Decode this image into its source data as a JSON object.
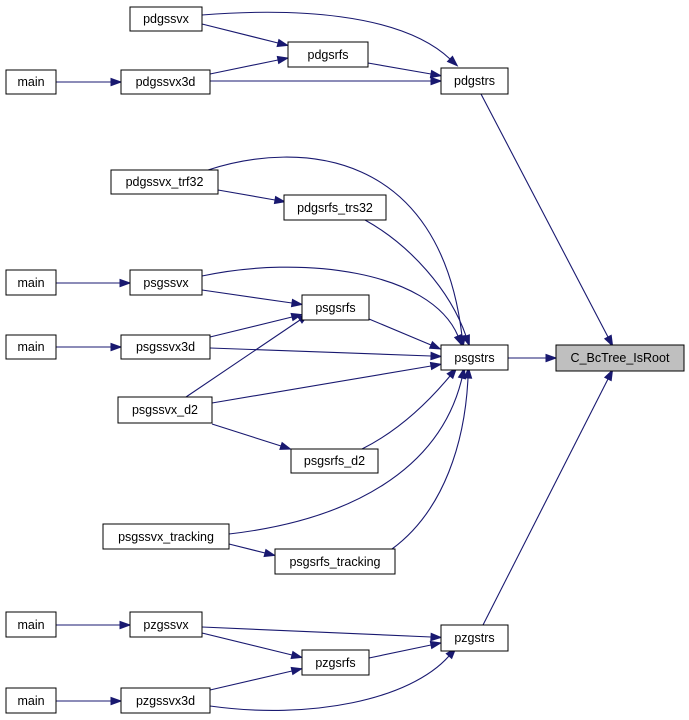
{
  "nodes": [
    {
      "id": "n_pdgssvx",
      "label": "pdgssvx"
    },
    {
      "id": "n_pdgsrfs",
      "label": "pdgsrfs"
    },
    {
      "id": "n_main1",
      "label": "main"
    },
    {
      "id": "n_pdgssvx3d",
      "label": "pdgssvx3d"
    },
    {
      "id": "n_pdgstrs",
      "label": "pdgstrs"
    },
    {
      "id": "n_pdgssvx_trf32",
      "label": "pdgssvx_trf32"
    },
    {
      "id": "n_pdgsrfs_trs32",
      "label": "pdgsrfs_trs32"
    },
    {
      "id": "n_main2",
      "label": "main"
    },
    {
      "id": "n_psgssvx",
      "label": "psgssvx"
    },
    {
      "id": "n_psgsrfs",
      "label": "psgsrfs"
    },
    {
      "id": "n_main3",
      "label": "main"
    },
    {
      "id": "n_psgssvx3d",
      "label": "psgssvx3d"
    },
    {
      "id": "n_psgstrs",
      "label": "psgstrs"
    },
    {
      "id": "n_root",
      "label": "C_BcTree_IsRoot"
    },
    {
      "id": "n_psgssvx_d2",
      "label": "psgssvx_d2"
    },
    {
      "id": "n_psgsrfs_d2",
      "label": "psgsrfs_d2"
    },
    {
      "id": "n_psgssvx_tracking",
      "label": "psgssvx_tracking"
    },
    {
      "id": "n_psgsrfs_tracking",
      "label": "psgsrfs_tracking"
    },
    {
      "id": "n_main4",
      "label": "main"
    },
    {
      "id": "n_pzgssvx",
      "label": "pzgssvx"
    },
    {
      "id": "n_pzgsrfs",
      "label": "pzgsrfs"
    },
    {
      "id": "n_pzgstrs",
      "label": "pzgstrs"
    },
    {
      "id": "n_main5",
      "label": "main"
    },
    {
      "id": "n_pzgssvx3d",
      "label": "pzgssvx3d"
    }
  ],
  "edges": [
    {
      "from": "n_pdgssvx",
      "to": "n_pdgsrfs"
    },
    {
      "from": "n_pdgssvx",
      "to": "n_pdgstrs"
    },
    {
      "from": "n_main1",
      "to": "n_pdgssvx3d"
    },
    {
      "from": "n_pdgssvx3d",
      "to": "n_pdgsrfs"
    },
    {
      "from": "n_pdgssvx3d",
      "to": "n_pdgstrs"
    },
    {
      "from": "n_pdgsrfs",
      "to": "n_pdgstrs"
    },
    {
      "from": "n_pdgstrs",
      "to": "n_root"
    },
    {
      "from": "n_pdgssvx_trf32",
      "to": "n_pdgsrfs_trs32"
    },
    {
      "from": "n_pdgssvx_trf32",
      "to": "n_psgstrs"
    },
    {
      "from": "n_pdgsrfs_trs32",
      "to": "n_psgstrs"
    },
    {
      "from": "n_main2",
      "to": "n_psgssvx"
    },
    {
      "from": "n_psgssvx",
      "to": "n_psgsrfs"
    },
    {
      "from": "n_psgssvx",
      "to": "n_psgstrs"
    },
    {
      "from": "n_main3",
      "to": "n_psgssvx3d"
    },
    {
      "from": "n_psgssvx3d",
      "to": "n_psgsrfs"
    },
    {
      "from": "n_psgssvx3d",
      "to": "n_psgstrs"
    },
    {
      "from": "n_psgsrfs",
      "to": "n_psgstrs"
    },
    {
      "from": "n_psgssvx_d2",
      "to": "n_psgsrfs"
    },
    {
      "from": "n_psgssvx_d2",
      "to": "n_psgstrs"
    },
    {
      "from": "n_psgssvx_d2",
      "to": "n_psgsrfs_d2"
    },
    {
      "from": "n_psgsrfs_d2",
      "to": "n_psgstrs"
    },
    {
      "from": "n_psgssvx_tracking",
      "to": "n_psgstrs"
    },
    {
      "from": "n_psgssvx_tracking",
      "to": "n_psgsrfs_tracking"
    },
    {
      "from": "n_psgsrfs_tracking",
      "to": "n_psgstrs"
    },
    {
      "from": "n_psgstrs",
      "to": "n_root"
    },
    {
      "from": "n_main4",
      "to": "n_pzgssvx"
    },
    {
      "from": "n_pzgssvx",
      "to": "n_pzgsrfs"
    },
    {
      "from": "n_pzgssvx",
      "to": "n_pzgstrs"
    },
    {
      "from": "n_main5",
      "to": "n_pzgssvx3d"
    },
    {
      "from": "n_pzgssvx3d",
      "to": "n_pzgsrfs"
    },
    {
      "from": "n_pzgssvx3d",
      "to": "n_pzgstrs"
    },
    {
      "from": "n_pzgsrfs",
      "to": "n_pzgstrs"
    },
    {
      "from": "n_pzgstrs",
      "to": "n_root"
    }
  ],
  "colors": {
    "edge": "#191970",
    "node_border": "#000000",
    "node_fill": "#ffffff",
    "root_fill": "#bfbfbf"
  }
}
